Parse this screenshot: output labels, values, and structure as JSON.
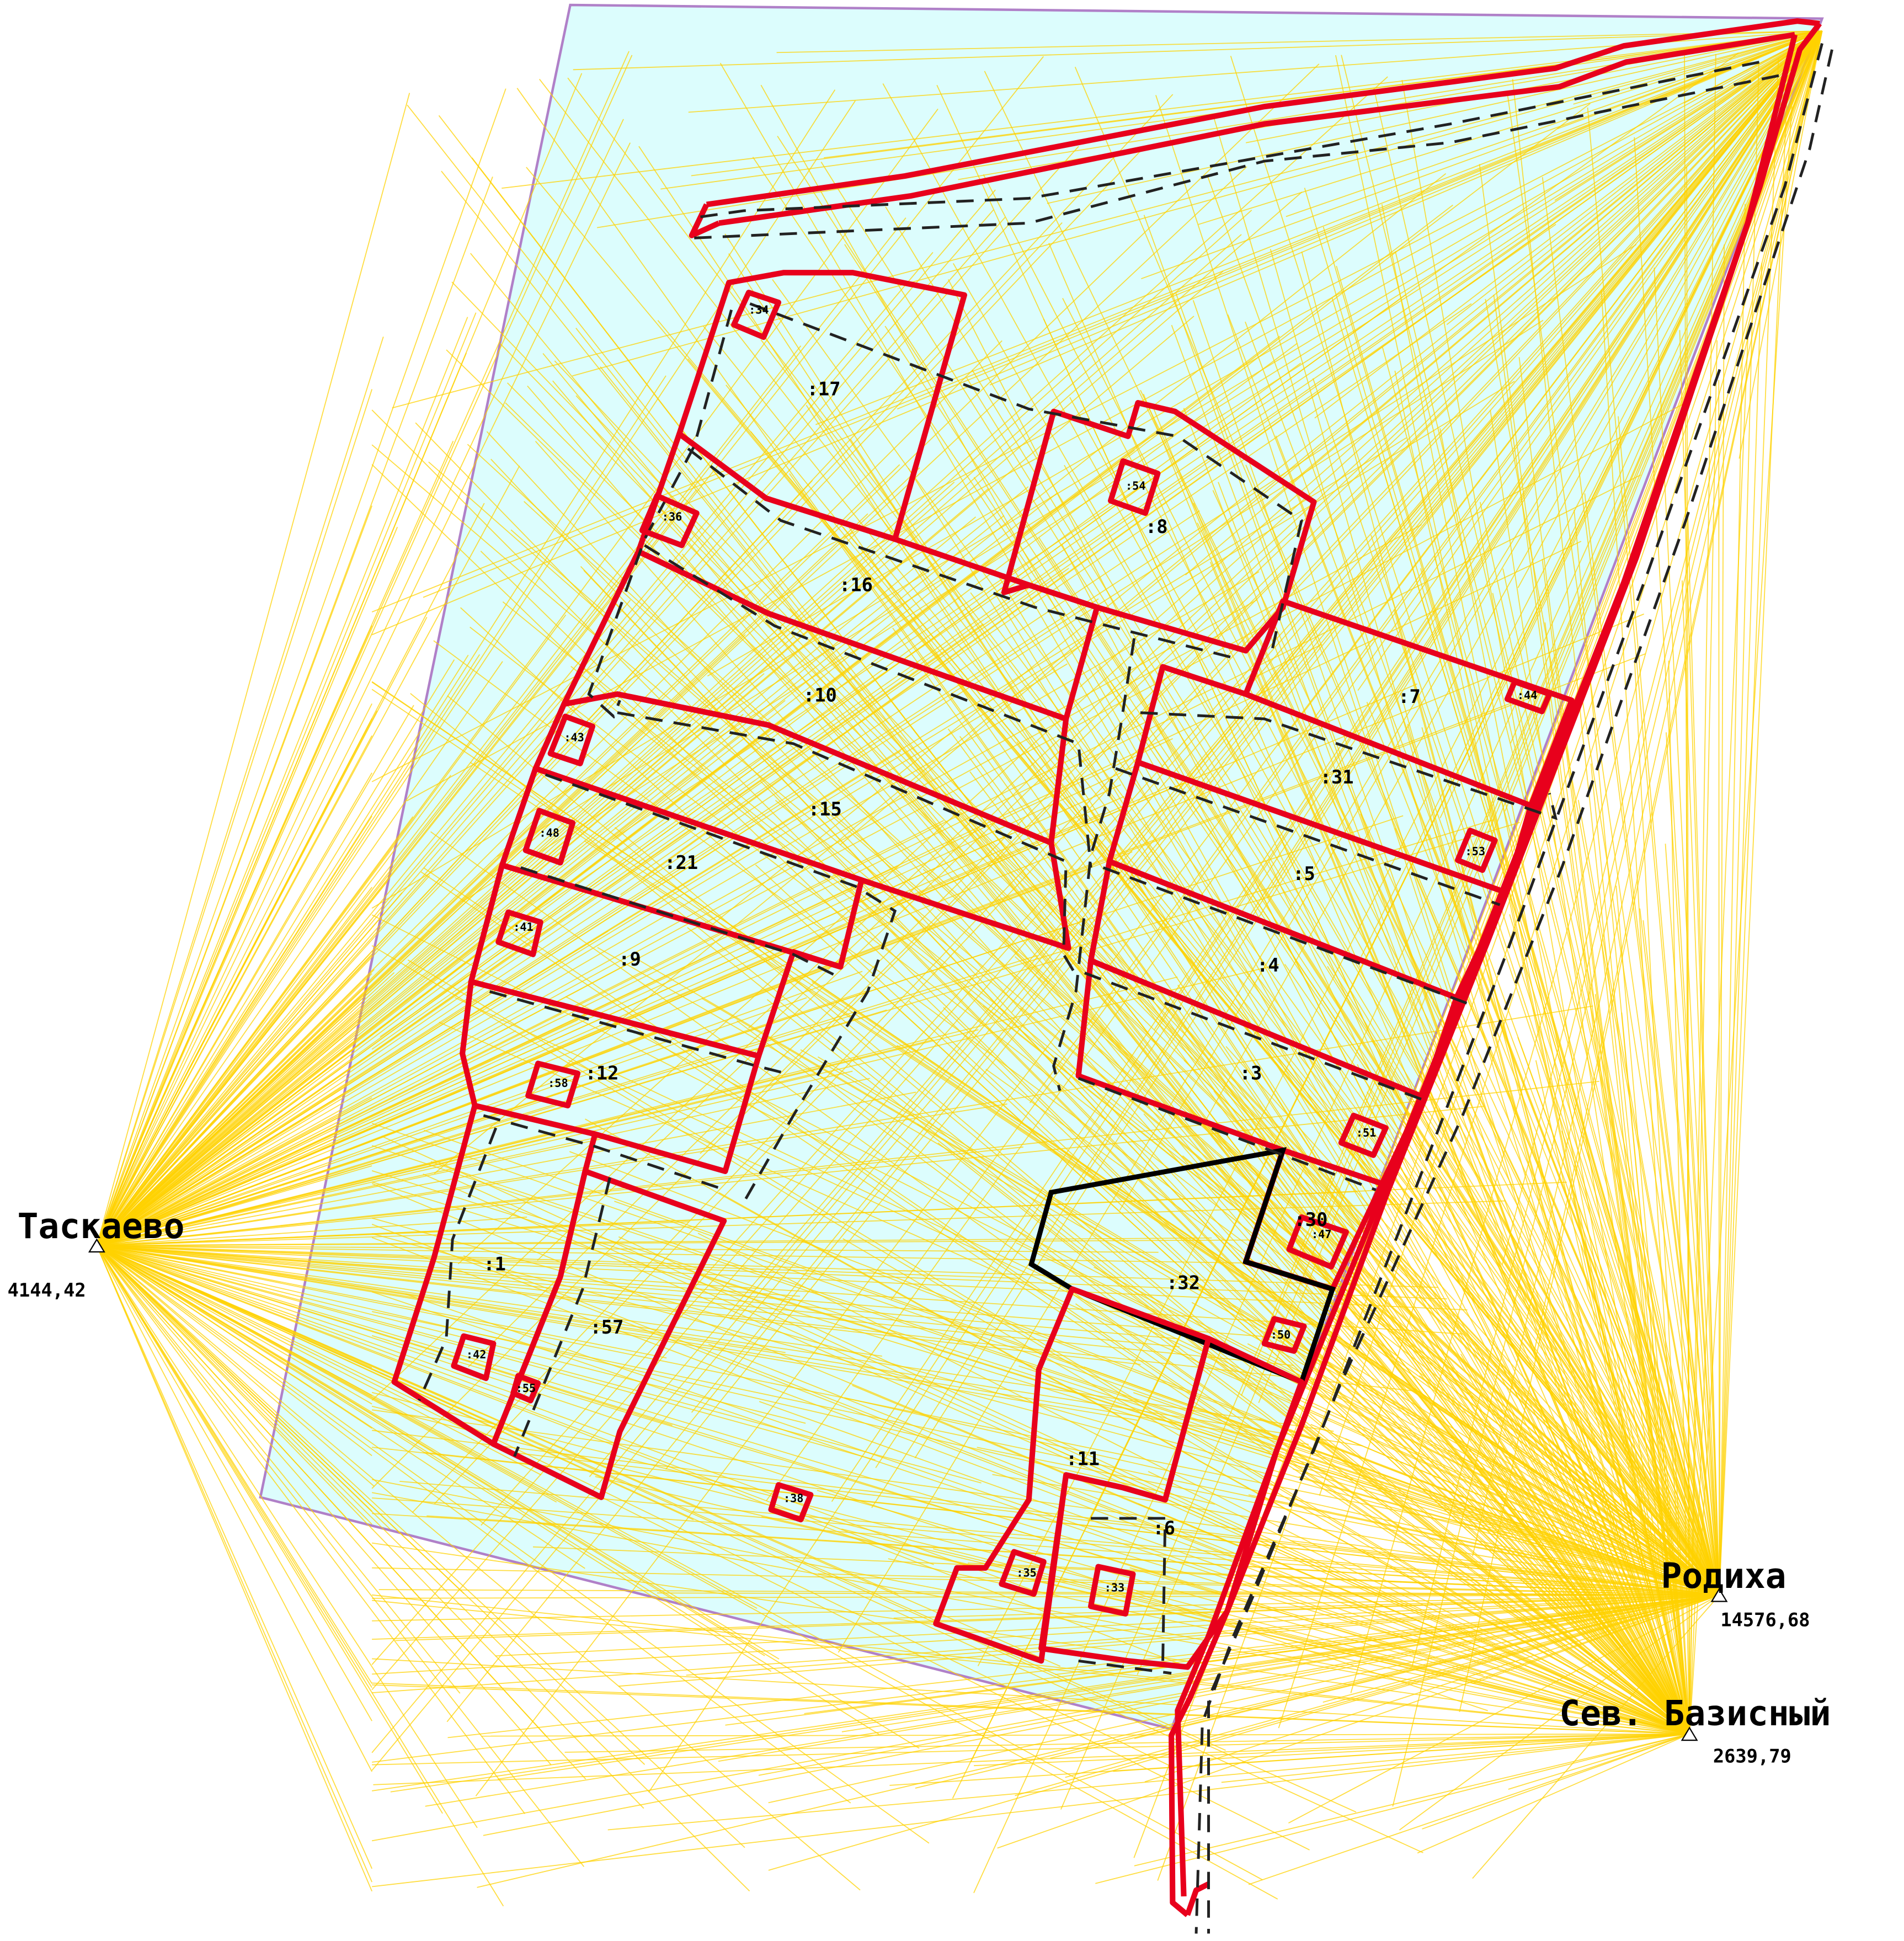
{
  "colors": {
    "territory_fill": "#dcfdfd",
    "territory_outline": "#b080c8",
    "ray": "#ffd200",
    "parcel": "#e8001c",
    "dashed": "#222222"
  },
  "stations": {
    "taskaevo": {
      "name": "Таскаево",
      "value": "4144,42"
    },
    "rodikha": {
      "name": "Родиха",
      "value": "14576,68"
    },
    "sev_bazisny": {
      "name": "Сев. Базисный",
      "value": "2639,79"
    }
  },
  "parcels": {
    "p1": ":1",
    "p3": ":3",
    "p4": ":4",
    "p5": ":5",
    "p6": ":6",
    "p7": ":7",
    "p8": ":8",
    "p9": ":9",
    "p10": ":10",
    "p11": ":11",
    "p12": ":12",
    "p15": ":15",
    "p16": ":16",
    "p17": ":17",
    "p21": ":21",
    "p30": ":30",
    "p31": ":31",
    "p32": ":32",
    "p57": ":57"
  },
  "small_parcels": {
    "s33": ":33",
    "s34": ":34",
    "s35": ":35",
    "s36": ":36",
    "s38": ":38",
    "s41": ":41",
    "s42": ":42",
    "s43": ":43",
    "s44": ":44",
    "s47": ":47",
    "s48": ":48",
    "s50": ":50",
    "s51": ":51",
    "s53": ":53",
    "s54": ":54",
    "s55": ":55",
    "s58": ":58"
  }
}
